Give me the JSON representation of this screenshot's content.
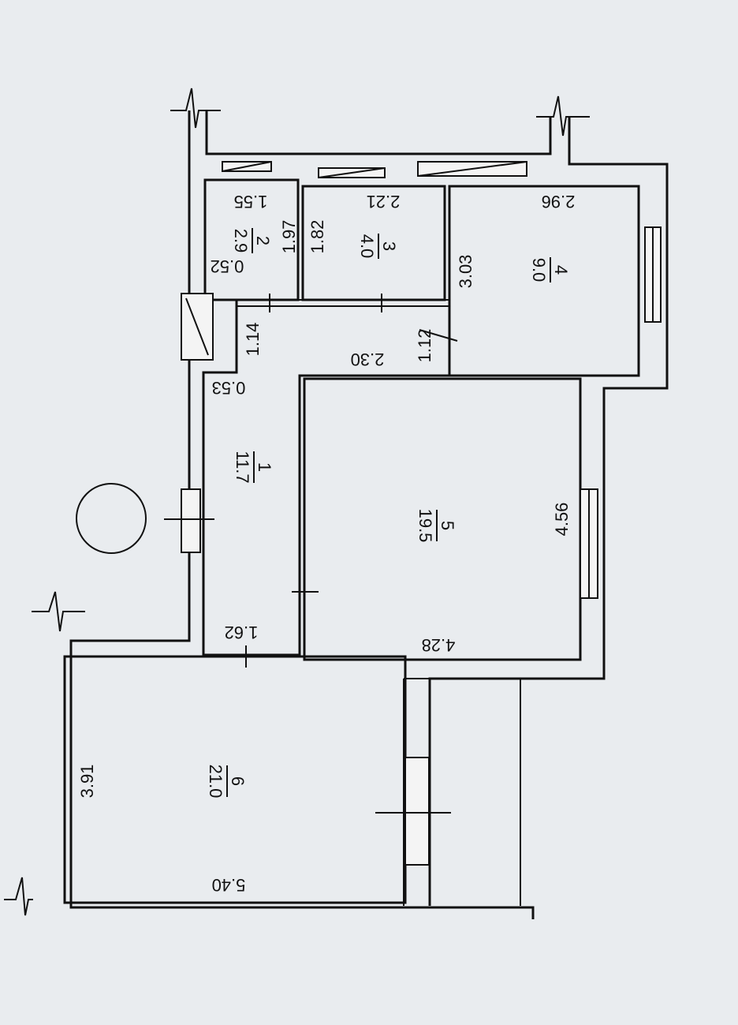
{
  "rooms": [
    {
      "id": "1",
      "area": "11.7"
    },
    {
      "id": "2",
      "area": "2.9"
    },
    {
      "id": "3",
      "area": "4.0"
    },
    {
      "id": "4",
      "area": "9.0"
    },
    {
      "id": "5",
      "area": "19.5"
    },
    {
      "id": "6",
      "area": "21.0"
    }
  ],
  "dimensions": {
    "d1_55": "1.55",
    "d2_21": "2.21",
    "d2_96": "2.96",
    "d1_97": "1.97",
    "d1_82": "1.82",
    "d3_03": "3.03",
    "d0_52": "0.52",
    "d1_14": "1.14",
    "d2_30": "2.30",
    "d1_12": "1.12",
    "d0_53": "0.53",
    "d4_56": "4.56",
    "d1_62": "1.62",
    "d4_28": "4.28",
    "d3_91": "3.91",
    "d5_40": "5.40"
  }
}
